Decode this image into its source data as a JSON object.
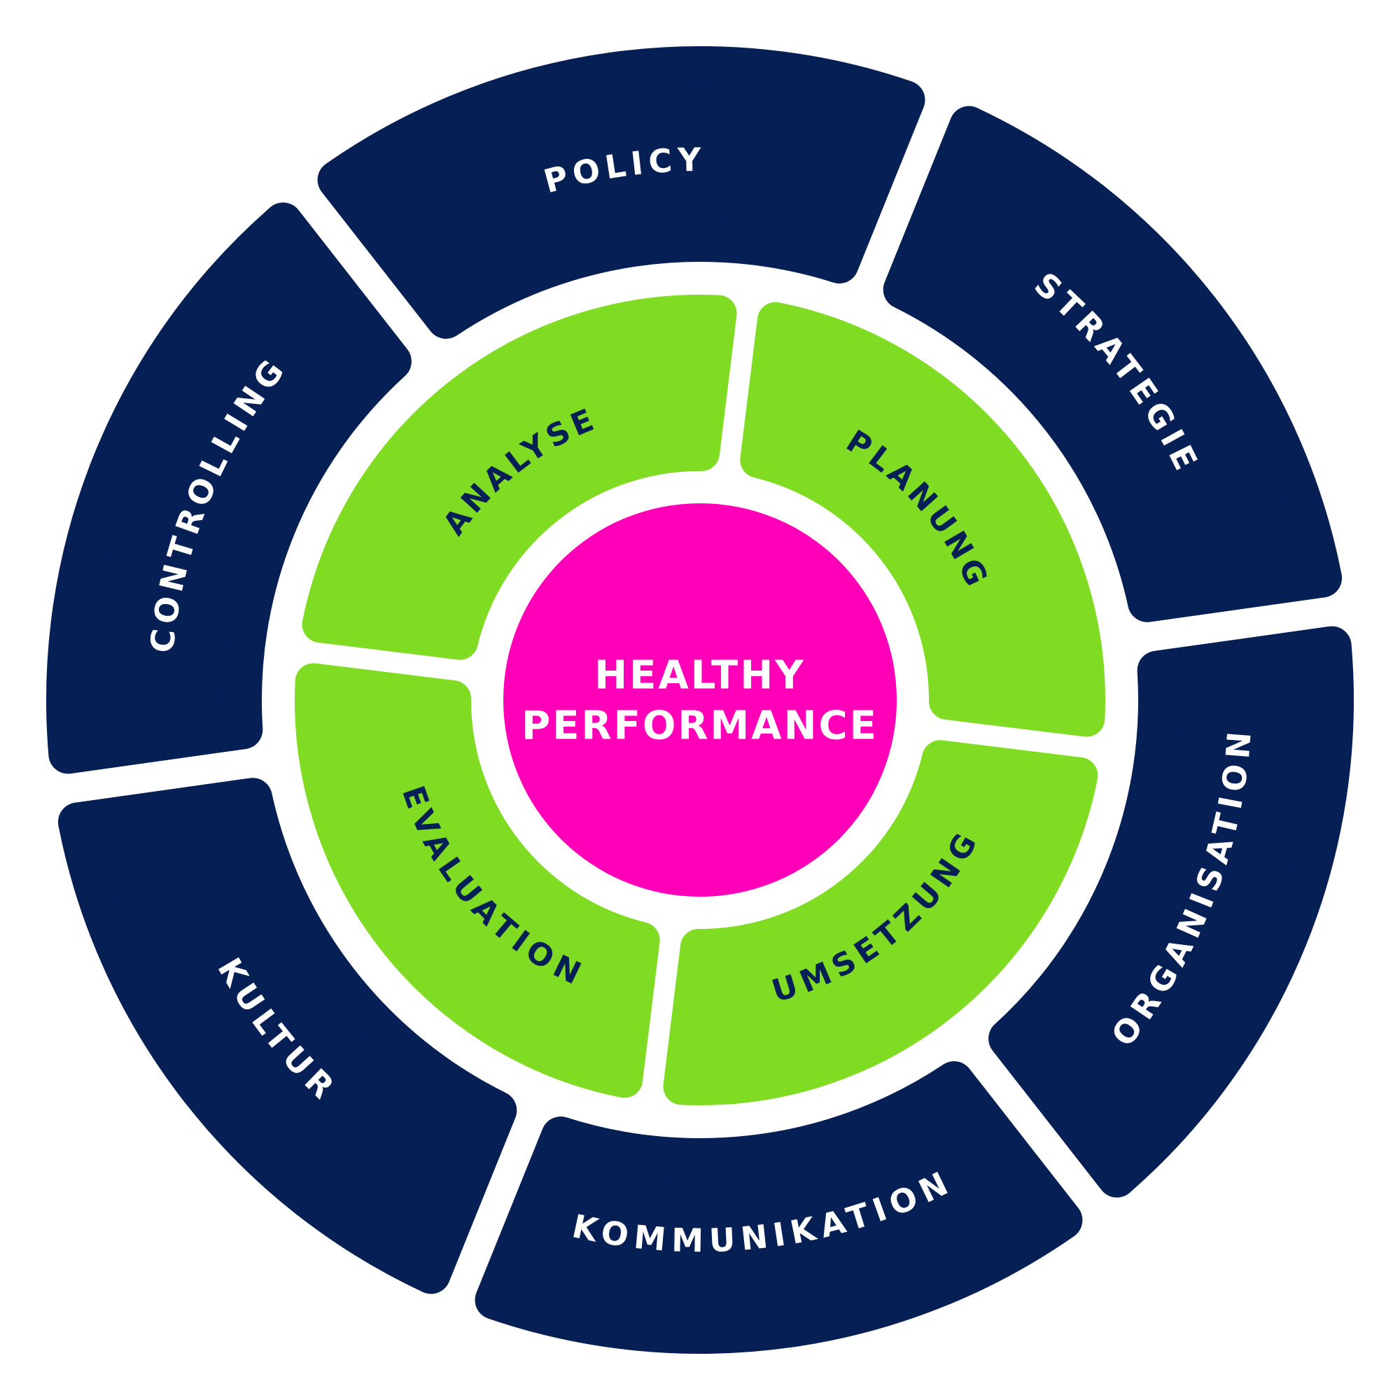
{
  "colors": {
    "outer": "#061f55",
    "inner": "#80dc22",
    "center": "#ff00b8",
    "outer_text": "#ffffff",
    "inner_text": "#061f55"
  },
  "center": {
    "line1": "HEALTHY",
    "line2": "PERFORMANCE"
  },
  "outer_ring": [
    {
      "label": "POLICY"
    },
    {
      "label": "STRATEGIE"
    },
    {
      "label": "ORGANISATION"
    },
    {
      "label": "KOMMUNIKATION"
    },
    {
      "label": "KULTUR"
    },
    {
      "label": "CONTROLLING"
    }
  ],
  "inner_ring": [
    {
      "label": "ANALYSE"
    },
    {
      "label": "PLANUNG"
    },
    {
      "label": "UMSETZUNG"
    },
    {
      "label": "EVALUATION"
    }
  ]
}
